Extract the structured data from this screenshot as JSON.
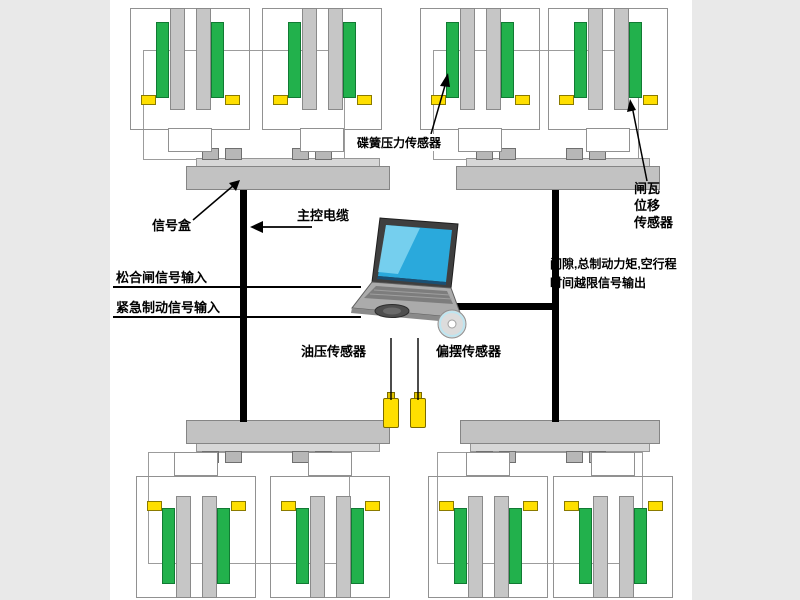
{
  "diagram": {
    "labels": {
      "disc_spring_sensor": "碟簧压力传感器",
      "shoe_disp_line1": "闸瓦",
      "shoe_disp_line2": "位移",
      "shoe_disp_line3": "传感器",
      "signal_box": "信号盒",
      "main_cable": "主控电缆",
      "release_input": "松合闸信号输入",
      "emergency_input": "紧急制动信号输入",
      "output_line1": "间隙,总制动力矩,空行程",
      "output_line2": "时间越限信号输出",
      "oil_sensor": "油压传感器",
      "sway_sensor": "偏摆传感器"
    },
    "colors": {
      "bar_gray": "#c6c6c6",
      "pad_green": "#22b14c",
      "connector_yellow": "#ffdf00",
      "beam_gray": "#c2c2c2",
      "cable_black": "#000000",
      "screen_cyan": "#2aa9dc",
      "laptop_gray": "#ababab",
      "background_gray": "#e9e9e9",
      "panel_white": "#ffffff"
    }
  }
}
